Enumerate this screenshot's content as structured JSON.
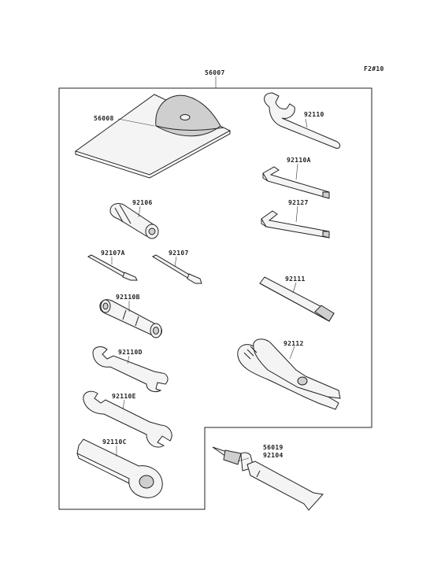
{
  "page_code": "F2#10",
  "assembly": "56007",
  "parts": [
    {
      "id": "56008"
    },
    {
      "id": "92110"
    },
    {
      "id": "92110A"
    },
    {
      "id": "92127"
    },
    {
      "id": "92106"
    },
    {
      "id": "92107A"
    },
    {
      "id": "92107"
    },
    {
      "id": "92111"
    },
    {
      "id": "92110B"
    },
    {
      "id": "92112"
    },
    {
      "id": "92110D"
    },
    {
      "id": "92110E"
    },
    {
      "id": "92110C"
    },
    {
      "id": "56019"
    },
    {
      "id": "92104"
    }
  ]
}
